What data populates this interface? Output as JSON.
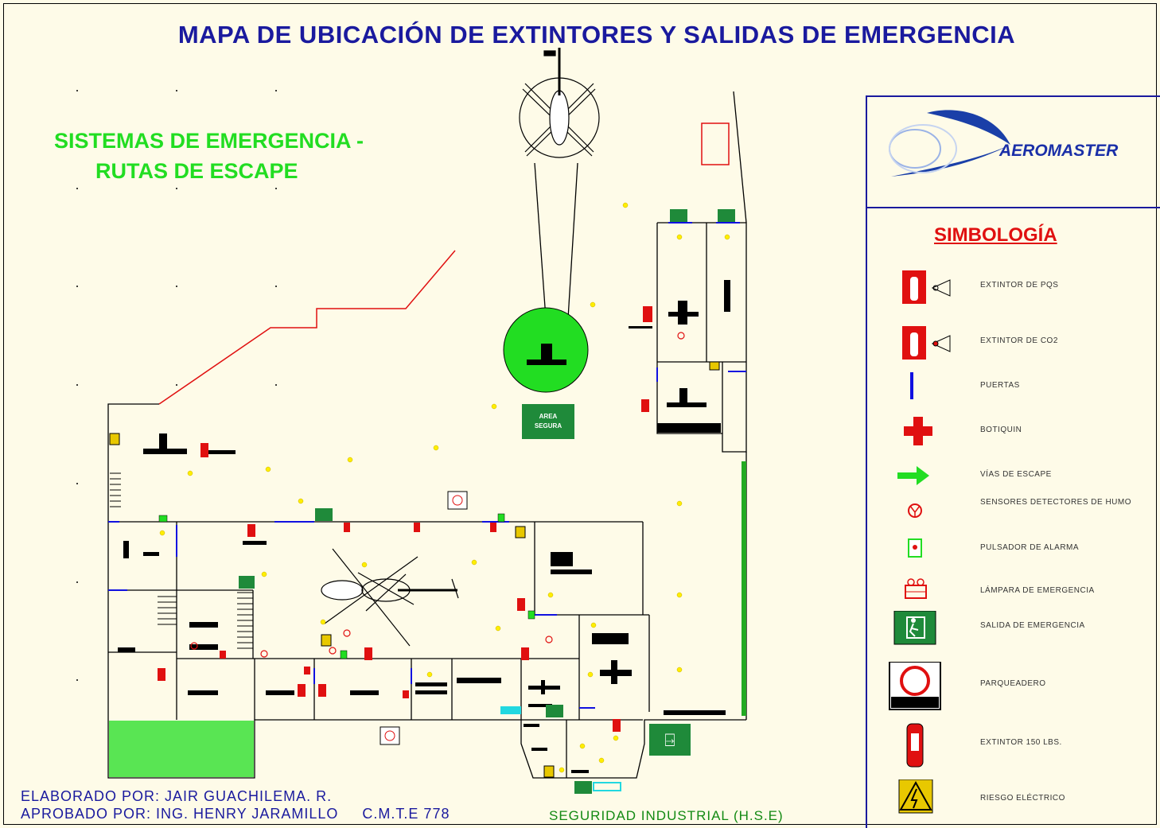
{
  "title": "MAPA DE UBICACIÓN DE EXTINTORES Y SALIDAS DE EMERGENCIA",
  "subtitle_line1": "SISTEMAS DE EMERGENCIA -",
  "subtitle_line2": "RUTAS DE ESCAPE",
  "safe_area_label_1": "AREA",
  "safe_area_label_2": "SEGURA",
  "credits": {
    "elaborated": "ELABORADO POR: JAIR GUACHILEMA. R.",
    "approved": "APROBADO POR: ING. HENRY JARAMILLO     C.M.T.E 778"
  },
  "department": "SEGURIDAD INDUSTRIAL  (H.S.E)",
  "logo": {
    "name": "AEROMASTER"
  },
  "legend": {
    "title": "SIMBOLOGÍA",
    "items": [
      {
        "label": "EXTINTOR DE PQS",
        "icon": "extinguisher-pqs-icon"
      },
      {
        "label": "EXTINTOR DE CO2",
        "icon": "extinguisher-co2-icon"
      },
      {
        "label": "PUERTAS",
        "icon": "door-icon"
      },
      {
        "label": "BOTIQUIN",
        "icon": "first-aid-icon"
      },
      {
        "label": "VÍAS DE ESCAPE",
        "icon": "escape-arrow-icon"
      },
      {
        "label": "SENSORES DETECTORES DE HUMO",
        "icon": "smoke-detector-icon"
      },
      {
        "label": "PULSADOR DE ALARMA",
        "icon": "alarm-button-icon"
      },
      {
        "label": "LÁMPARA DE EMERGENCIA",
        "icon": "emergency-lamp-icon"
      },
      {
        "label": "SALIDA DE EMERGENCIA",
        "icon": "emergency-exit-icon"
      },
      {
        "label": "PARQUEADERO",
        "icon": "parking-icon"
      },
      {
        "label": "EXTINTOR 150 LBS.",
        "icon": "extinguisher-150-icon"
      },
      {
        "label": "RIESGO ELÉCTRICO",
        "icon": "electrical-risk-icon"
      }
    ]
  },
  "colors": {
    "title": "#1a1a9e",
    "subtitle": "#22dd22",
    "legend_title": "#e01010",
    "escape_arrow": "#ffee00",
    "exit_green": "#1f8a3a",
    "extinguisher_red": "#e01010",
    "door_blue": "#1010e0"
  }
}
